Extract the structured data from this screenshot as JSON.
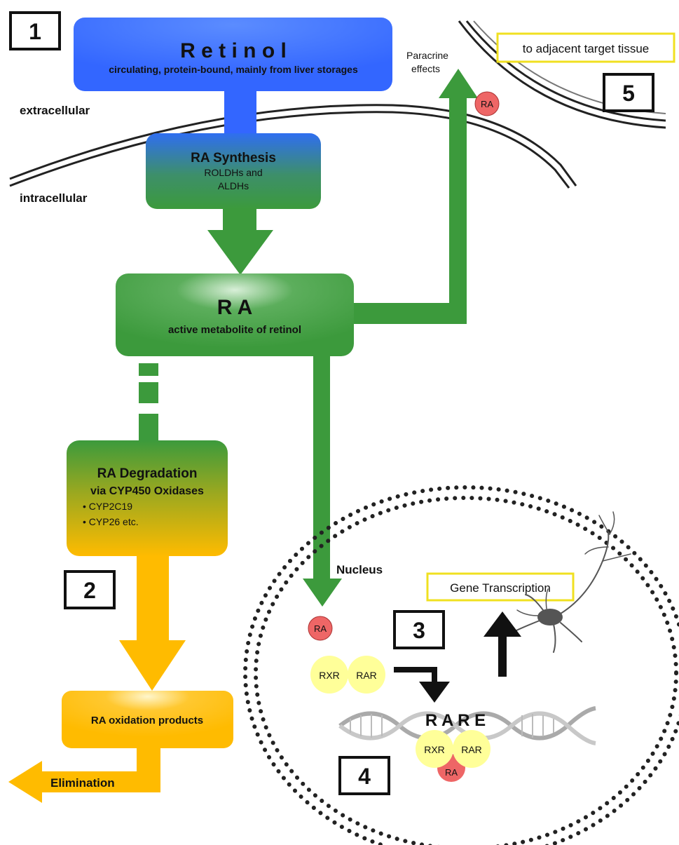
{
  "markers": {
    "m1": "1",
    "m2": "2",
    "m3": "3",
    "m4": "4",
    "m5": "5"
  },
  "retinol": {
    "title": "R e t i n o l",
    "subtitle": "circulating, protein-bound,  mainly from liver storages"
  },
  "zones": {
    "extracellular": "extracellular",
    "intracellular": "intracellular"
  },
  "synthesis": {
    "title": "RA Synthesis",
    "line1": "ROLDHs and",
    "line2": "ALDHs"
  },
  "ra_box": {
    "title": "R A",
    "subtitle": "active metabolite of retinol"
  },
  "paracrine": {
    "line1": "Paracrine",
    "line2": "effects",
    "target": "to adjacent target tissue"
  },
  "degradation": {
    "title": "RA Degradation",
    "subtitle": "via CYP450 Oxidases",
    "items": [
      "• CYP2C19",
      "• CYP26 etc."
    ]
  },
  "oxidation": {
    "label": "RA oxidation products",
    "elimination": "Elimination"
  },
  "nucleus": {
    "label": "Nucleus",
    "gene": "Gene Transcription",
    "rare": "R A R E"
  },
  "molecules": {
    "ra": "RA",
    "rxr": "RXR",
    "rar": "RAR"
  },
  "colors": {
    "retinol_blue": "#3366ff",
    "ra_green": "#3c9a3c",
    "degradation_orange": "#ffbb00",
    "ra_red": "#ee6666",
    "receptor_yellow": "#ffff99",
    "label_border_yellow": "#f0e020"
  }
}
